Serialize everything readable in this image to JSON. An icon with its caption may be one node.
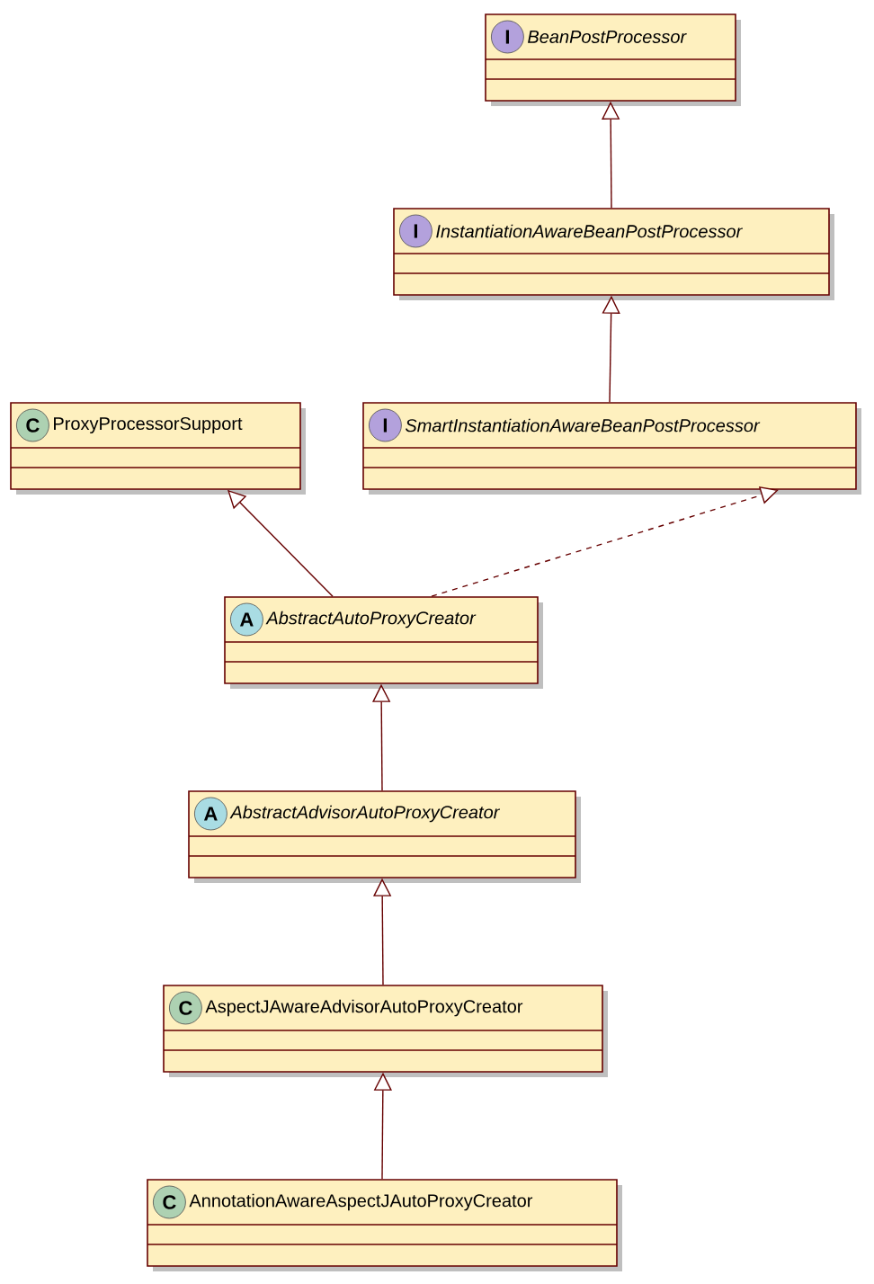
{
  "diagram": {
    "nodes": [
      {
        "text": [
          "I",
          "BeanPostProcessor"
        ]
      },
      {
        "text": [
          "I",
          "InstantiationAwareBeanPostProcessor"
        ]
      },
      {
        "text": [
          "C",
          "ProxyProcessorSupport"
        ]
      },
      {
        "text": [
          "I",
          "SmartInstantiationAwareBeanPostProcessor"
        ]
      },
      {
        "text": [
          "A",
          "AbstractAutoProxyCreator"
        ]
      },
      {
        "text": [
          "A",
          "AbstractAdvisorAutoProxyCreator"
        ]
      },
      {
        "text": [
          "C",
          "AspectJAwareAdvisorAutoProxyCreator"
        ]
      },
      {
        "text": [
          "C",
          "AnnotationAwareAspectJAutoProxyCreator"
        ]
      }
    ],
    "edges": [
      {
        "from": 1,
        "to": 0,
        "arrow": "to"
      },
      {
        "from": 3,
        "to": 1,
        "arrow": "to"
      },
      {
        "from": 4,
        "to": 2,
        "arrow": "to"
      },
      {
        "from": 4,
        "to": 3,
        "arrow": "to",
        "style": "dashed"
      },
      {
        "from": 5,
        "to": 4,
        "arrow": "to"
      },
      {
        "from": 6,
        "to": 5,
        "arrow": "to"
      },
      {
        "from": 7,
        "to": 6,
        "arrow": "to"
      }
    ]
  }
}
